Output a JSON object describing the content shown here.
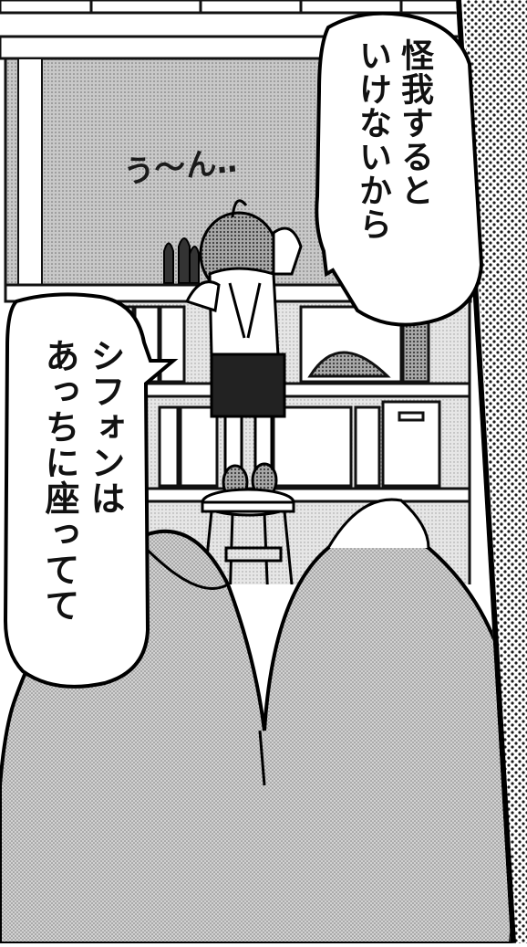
{
  "panel": {
    "speech_top_right": "怪我すると\nいけないから",
    "speech_left": "シフォンは\nあっちに座ってて",
    "sound_effect": "う〜ん‥"
  },
  "colors": {
    "ink": "#111111",
    "paper": "#ffffff",
    "screentone_light": "#d9d9d9",
    "screentone_mid": "#b8b8b8",
    "screentone_dark": "#8a8a8a"
  },
  "icons": [
    "child-figure",
    "step-stool",
    "bookshelf",
    "cat-ears-foreground"
  ]
}
